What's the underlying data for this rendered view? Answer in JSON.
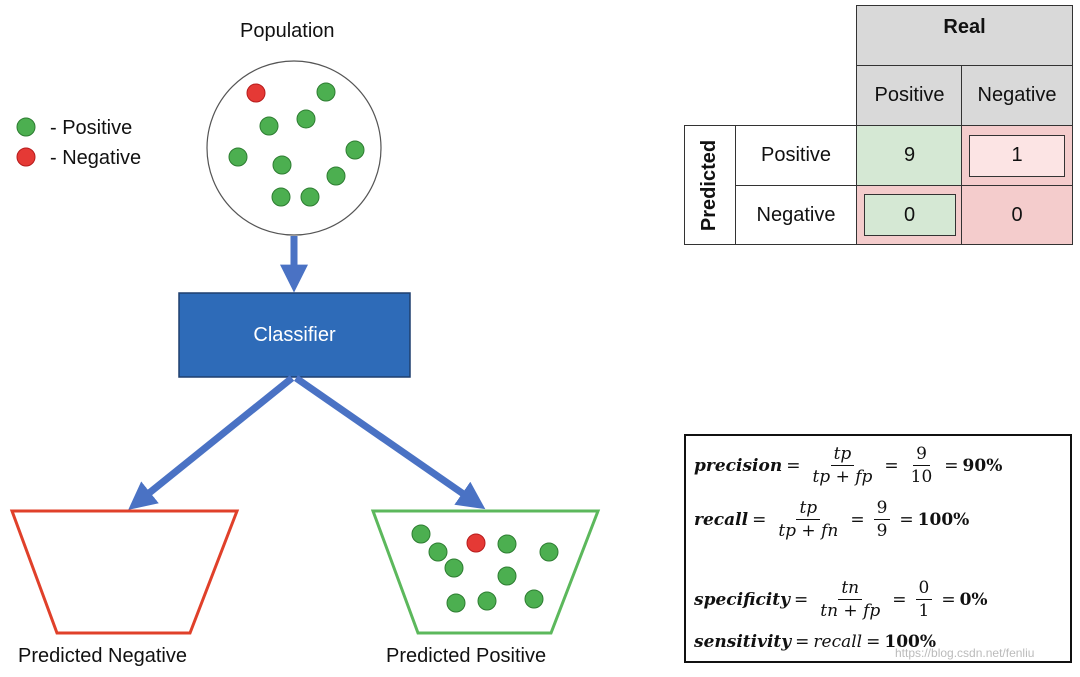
{
  "population": {
    "title": "Population",
    "dots": [
      {
        "color": "red"
      },
      {
        "color": "green"
      },
      {
        "color": "green"
      },
      {
        "color": "green"
      },
      {
        "color": "green"
      },
      {
        "color": "green"
      },
      {
        "color": "green"
      },
      {
        "color": "green"
      },
      {
        "color": "green"
      },
      {
        "color": "green"
      }
    ]
  },
  "legend": {
    "positive": "- Positive",
    "negative": "- Negative"
  },
  "classifier": {
    "label": "Classifier"
  },
  "buckets": {
    "negative_label": "Predicted Negative",
    "positive_label": "Predicted Positive",
    "positive_dots": [
      {
        "color": "green"
      },
      {
        "color": "green"
      },
      {
        "color": "red"
      },
      {
        "color": "green"
      },
      {
        "color": "green"
      },
      {
        "color": "green"
      },
      {
        "color": "green"
      },
      {
        "color": "green"
      },
      {
        "color": "green"
      },
      {
        "color": "green"
      }
    ]
  },
  "matrix": {
    "real_header": "Real",
    "predicted_header": "Predicted",
    "col_positive": "Positive",
    "col_negative": "Negative",
    "row_positive": "Positive",
    "row_negative": "Negative",
    "tp": "9",
    "fp": "1",
    "fn": "0",
    "tn": "0"
  },
  "formulas": {
    "precision": {
      "name": "precision",
      "num": "tp",
      "den": "tp + fp",
      "vnum": "9",
      "vden": "10",
      "result": "90%"
    },
    "recall": {
      "name": "recall",
      "num": "tp",
      "den": "tp + fn",
      "vnum": "9",
      "vden": "9",
      "result": "100%"
    },
    "specificity": {
      "name": "specificity",
      "num": "tn",
      "den": "tn + fp",
      "vnum": "0",
      "vden": "1",
      "result": "0%"
    },
    "sensitivity": {
      "name": "sensitivity",
      "rhs": "recall",
      "result": "100%"
    }
  },
  "colors": {
    "positive_dot": "#4caf50",
    "negative_dot": "#e53935",
    "classifier_fill": "#2e6bb8",
    "arrow": "#4a72c4",
    "bucket_negative": "#e0402a",
    "bucket_positive": "#5cb85c"
  },
  "watermark": "https://blog.csdn.net/fenliu"
}
